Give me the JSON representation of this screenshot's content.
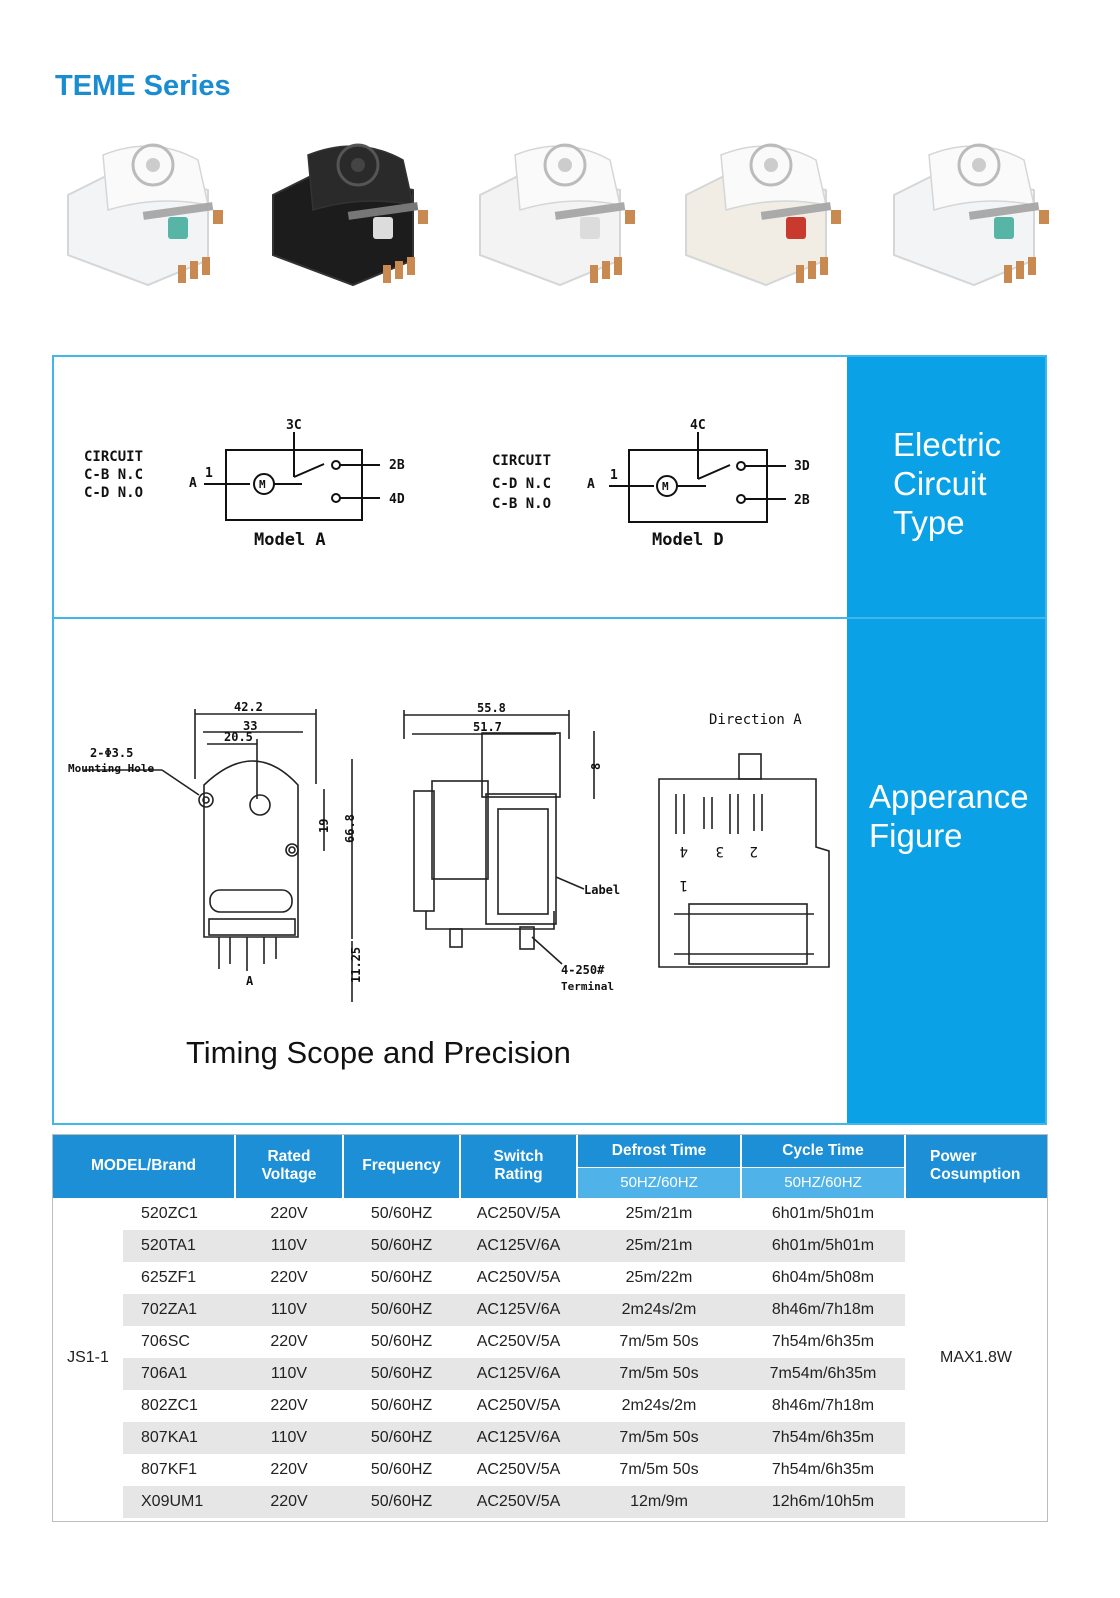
{
  "page_title": "TEME Series",
  "products": [
    {
      "name": "timer-white-green-slider",
      "body": "#f2f4f5",
      "accent": "#56b5a4"
    },
    {
      "name": "timer-black",
      "body": "#1c1c1c",
      "accent": "#dcdcdc"
    },
    {
      "name": "timer-white",
      "body": "#f3f3f3",
      "accent": "#dcdcdc"
    },
    {
      "name": "timer-white-closed",
      "body": "#f1ede4",
      "accent": "#c83a2e"
    },
    {
      "name": "timer-white-green-slider-2",
      "body": "#f2f4f5",
      "accent": "#56b5a4"
    }
  ],
  "circuit": {
    "side_label": [
      "Electric",
      "Circuit",
      "Type"
    ],
    "model_a": {
      "legend": [
        "CIRCUIT",
        "C-B  N.C",
        "C-D  N.O"
      ],
      "input_terminal": "A",
      "pin_number": "1",
      "motor": "M",
      "top_terminal": "3C",
      "right_top": "2B",
      "right_bottom": "4D",
      "caption": "Model  A"
    },
    "model_d": {
      "legend": [
        "CIRCUIT",
        "C-D  N.C",
        "C-B  N.O"
      ],
      "input_terminal": "A",
      "pin_number": "1",
      "motor": "M",
      "top_terminal": "4C",
      "right_top": "3D",
      "right_bottom": "2B",
      "caption": "Model  D"
    }
  },
  "appearance": {
    "side_label": [
      "Apperance",
      "Figure"
    ],
    "front": {
      "dim_width": "42.2",
      "dim_33": "33",
      "dim_20_5": "20.5",
      "hole_label": "2-Φ3.5",
      "hole_label_2": "Mounting Hole",
      "dim_19": "19",
      "dim_66_8": "66.8",
      "dim_11_25": "11.25",
      "arrow_label": "A"
    },
    "side": {
      "dim_55_8": "55.8",
      "dim_51_7": "51.7",
      "dim_8": "8",
      "label_text": "Label",
      "terminal_1": "4-250#",
      "terminal_2": "Terminal"
    },
    "direction": {
      "title": "Direction A",
      "pins": [
        "4",
        "3",
        "2",
        "1"
      ]
    },
    "scope_title": "Timing Scope and Precision"
  },
  "table": {
    "headers": {
      "model": "MODEL/Brand",
      "voltage": [
        "Rated",
        "Voltage"
      ],
      "frequency": "Frequency",
      "switch": [
        "Switch",
        "Rating"
      ],
      "defrost": "Defrost Time",
      "cycle": "Cycle Time",
      "power": [
        "Power",
        "Cosumption"
      ],
      "defrost_sub": "50HZ/60HZ",
      "cycle_sub": "50HZ/60HZ"
    },
    "brand": "JS1-1",
    "power": "MAX1.8W",
    "rows": [
      [
        "520ZC1",
        "220V",
        "50/60HZ",
        "AC250V/5A",
        "25m/21m",
        "6h01m/5h01m"
      ],
      [
        "520TA1",
        "110V",
        "50/60HZ",
        "AC125V/6A",
        "25m/21m",
        "6h01m/5h01m"
      ],
      [
        "625ZF1",
        "220V",
        "50/60HZ",
        "AC250V/5A",
        "25m/22m",
        "6h04m/5h08m"
      ],
      [
        "702ZA1",
        "110V",
        "50/60HZ",
        "AC125V/6A",
        "2m24s/2m",
        "8h46m/7h18m"
      ],
      [
        "706SC",
        "220V",
        "50/60HZ",
        "AC250V/5A",
        "7m/5m 50s",
        "7h54m/6h35m"
      ],
      [
        "706A1",
        "110V",
        "50/60HZ",
        "AC125V/6A",
        "7m/5m 50s",
        "7m54m/6h35m"
      ],
      [
        "802ZC1",
        "220V",
        "50/60HZ",
        "AC250V/5A",
        "2m24s/2m",
        "8h46m/7h18m"
      ],
      [
        "807KA1",
        "110V",
        "50/60HZ",
        "AC125V/6A",
        "7m/5m 50s",
        "7h54m/6h35m"
      ],
      [
        "807KF1",
        "220V",
        "50/60HZ",
        "AC250V/5A",
        "7m/5m 50s",
        "7h54m/6h35m"
      ],
      [
        "X09UM1",
        "220V",
        "50/60HZ",
        "AC250V/5A",
        "12m/9m",
        "12h6m/10h5m"
      ]
    ]
  }
}
